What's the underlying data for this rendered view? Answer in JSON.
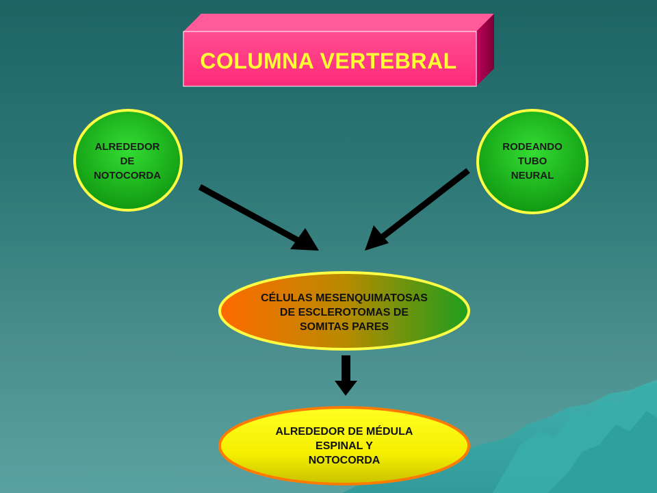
{
  "title": {
    "text": "COLUMNA VERTEBRAL",
    "front_color": "#ff3a85",
    "top_color": "#ff5c99",
    "side_color": "#a8004a",
    "text_color": "#ffff33"
  },
  "nodes": {
    "left_circle": {
      "text": "ALREDEDOR\nDE\nNOTOCORDA",
      "fill": "#22c022",
      "border": "#ffff44"
    },
    "right_circle": {
      "text": "RODEANDO\nTUBO\nNEURAL",
      "fill": "#22c022",
      "border": "#ffff44"
    },
    "cells_ellipse": {
      "text": "CÉLULAS MESENQUIMATOSAS\nDE ESCLEROTOMAS DE\nSOMITAS PARES",
      "fill_start": "#ff6a00",
      "fill_end": "#1e9e1e",
      "border": "#ffff44"
    },
    "medula_ellipse": {
      "text": "ALREDEDOR DE MÉDULA\nESPINAL Y\nNOTOCORDA",
      "fill_start": "#ffff00",
      "fill_end": "#d8d000",
      "border": "#ff7a00"
    }
  },
  "arrow_color": "#000000"
}
